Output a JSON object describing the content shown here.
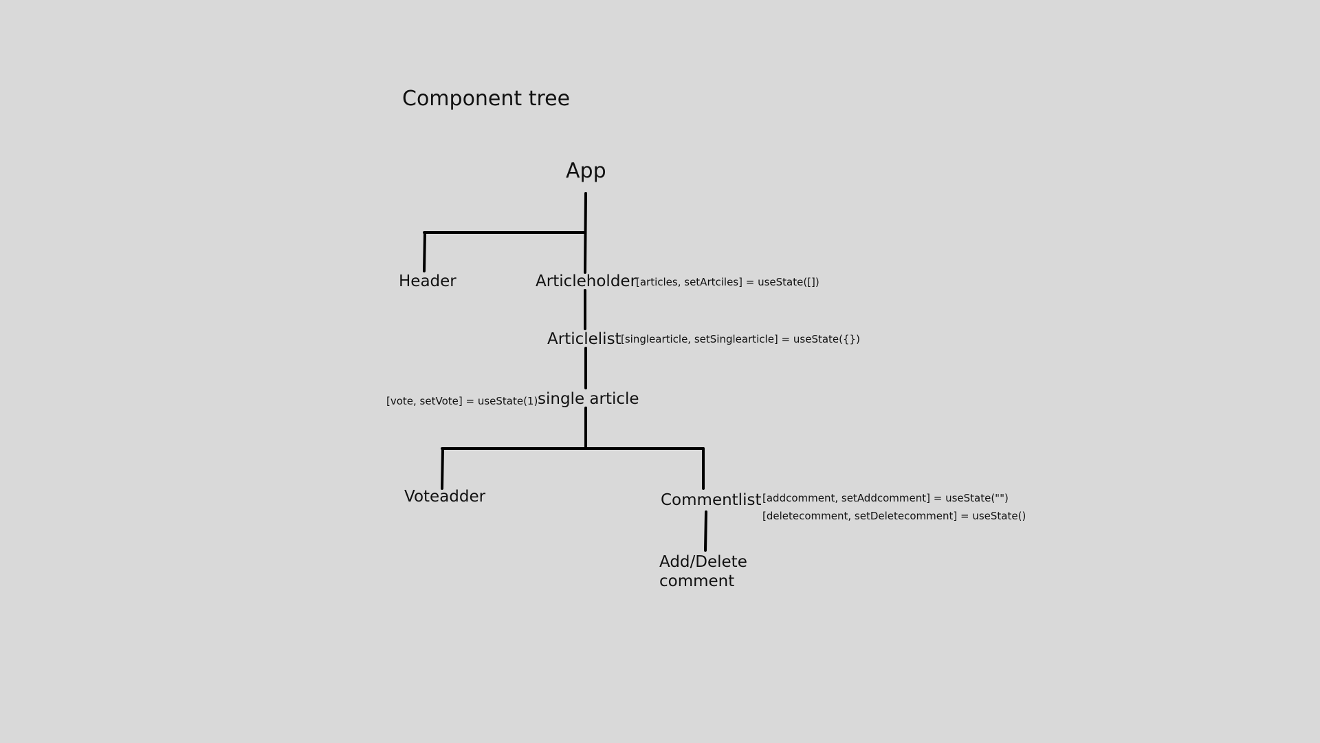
{
  "title": "Component tree",
  "nodes": {
    "app": "App",
    "header": "Header",
    "articleholder": "Articleholder",
    "articlelist": "Articlelist",
    "single_article": "single article",
    "voteadder": "Voteadder",
    "commentlist": "Commentlist",
    "add_delete_line1": "Add/Delete",
    "add_delete_line2": "comment"
  },
  "state_notes": {
    "articleholder": "[articles, setArtciles] = useState([])",
    "articlelist": "[singlearticle, setSinglearticle] = useState({})",
    "single_article": "[vote, setVote] = useState(1)",
    "commentlist_add": "[addcomment, setAddcomment] = useState(\"\")",
    "commentlist_delete": "[deletecomment, setDeletecomment] = useState()"
  },
  "colors": {
    "background": "#d9d9d9",
    "text": "#111111",
    "connector": "#000000"
  }
}
